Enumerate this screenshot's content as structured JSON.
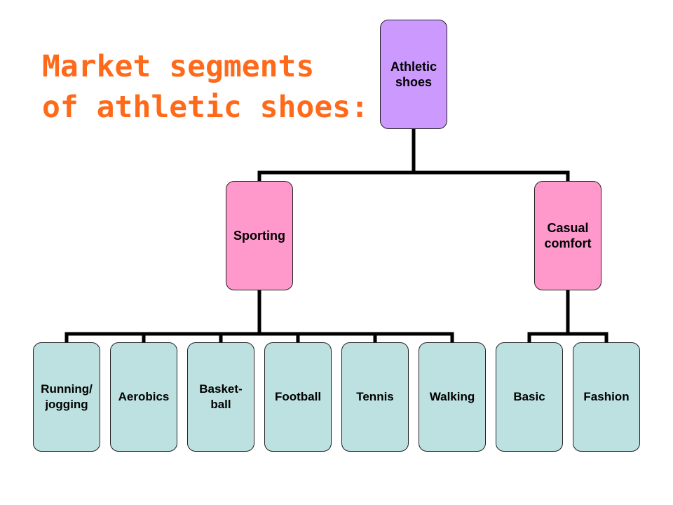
{
  "title": {
    "line1": "Market segments",
    "line2": "of athletic shoes:"
  },
  "colors": {
    "title": "#ff6a1a",
    "root": "#cc99ff",
    "mid": "#ff99cc",
    "leaf": "#bde0e0"
  },
  "tree": {
    "root": "Athletic\nshoes",
    "sporting": "Sporting",
    "casual": "Casual\ncomfort",
    "sporting_children": [
      "Running/\njogging",
      "Aerobics",
      "Basket-\nball",
      "Football",
      "Tennis",
      "Walking"
    ],
    "casual_children": [
      "Basic",
      "Fashion"
    ]
  }
}
